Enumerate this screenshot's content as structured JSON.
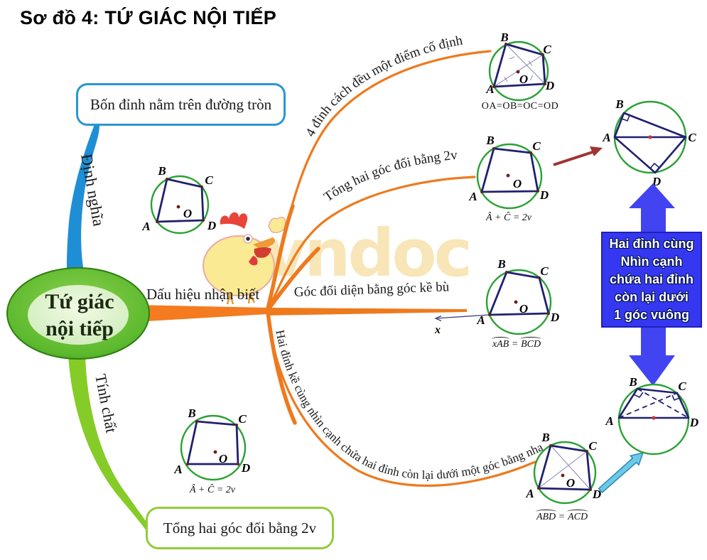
{
  "title": "Sơ đồ 4: TỨ GIÁC NỘI TIẾP",
  "center": {
    "line1": "Tứ giác",
    "line2": "nội tiếp"
  },
  "branches": {
    "definition": "Định nghĩa",
    "property": "Tính chất",
    "signs": "Dấu hiệu nhận biết",
    "sign1": "4 đỉnh cách đều một điểm cố định",
    "sign2": "Tổng hai góc đối bằng 2v",
    "sign3": "Góc đối diện bằng góc kề bù",
    "sign4": "Hai đỉnh kề cùng nhìn cạnh chứa hai đỉnh còn lại dưới một góc bằng nhau"
  },
  "boxes": {
    "definition": "Bốn đỉnh nằm trên đường tròn",
    "property": "Tổng hai góc đối bằng 2v",
    "right_note": [
      "Hai đỉnh cùng",
      "Nhìn cạnh",
      "chứa hai đỉnh",
      "còn lại dưới",
      "1 góc vuông"
    ]
  },
  "diagrams": {
    "equal_distance_caption": "OA=OB=OC=OD",
    "sum_two_opposite_caption": "Â + Ĉ = 2v",
    "exterior_angle_caption": {
      "lhs": "xAB",
      "eq": "=",
      "rhs": "BCD"
    },
    "equal_angles_caption": {
      "lhs": "ABD",
      "eq": "=",
      "rhs": "ACD"
    },
    "property_caption": "Â + Ĉ = 2v"
  },
  "vertex_labels": {
    "a": "A",
    "b": "B",
    "c": "C",
    "d": "D",
    "o": "O",
    "x": "x"
  },
  "watermark": {
    "logo": "vndoc",
    "mascot": "chicken-mascot"
  },
  "colors": {
    "branch_orange": "#ee7a1e",
    "branch_blue": "#1e8fd5",
    "branch_green": "#86cc28",
    "circle_green": "#2aa133",
    "quad_navy": "#202070",
    "note_blue": "#3538f0",
    "arrow_red": "#a03434",
    "arrow_lightblue": "#6cc9e8",
    "watermark_cream": "#f8e5b5"
  }
}
